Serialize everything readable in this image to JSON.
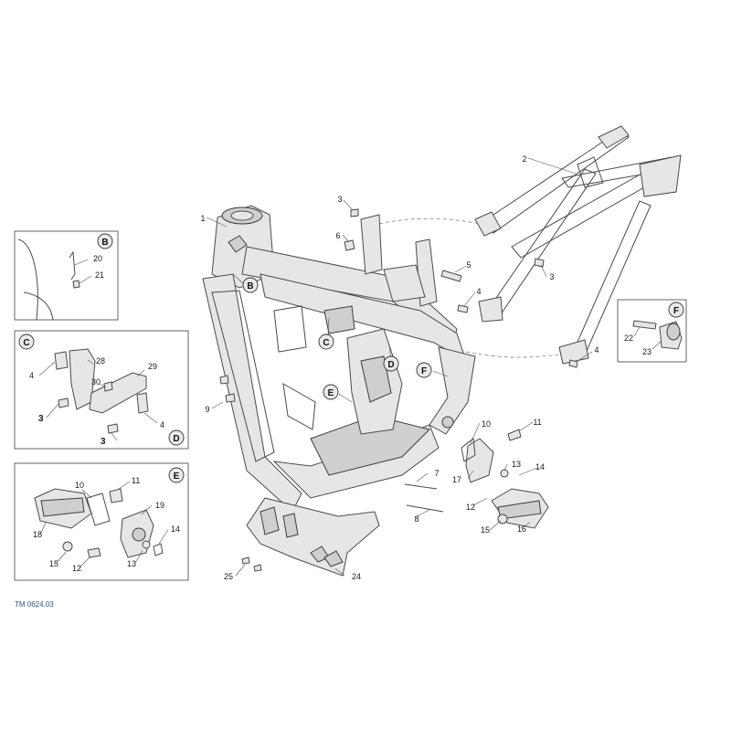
{
  "diagram": {
    "drawing_code": "TM 0624.03",
    "main_labels": [
      "1",
      "2",
      "3",
      "3",
      "4",
      "4",
      "5",
      "6",
      "7",
      "8",
      "9",
      "10",
      "11",
      "12",
      "13",
      "14",
      "15",
      "16",
      "17",
      "24",
      "25"
    ],
    "callouts": [
      "B",
      "C",
      "D",
      "E",
      "F"
    ],
    "box_b": {
      "letter": "B",
      "labels": [
        "20",
        "21"
      ]
    },
    "box_c": {
      "letters": [
        "C",
        "D"
      ],
      "labels": [
        "28",
        "29",
        "30",
        "4",
        "4",
        "3",
        "3"
      ]
    },
    "box_e": {
      "letter": "E",
      "labels": [
        "10",
        "11",
        "18",
        "19",
        "14",
        "15",
        "12",
        "13"
      ]
    },
    "box_f": {
      "letter": "F",
      "labels": [
        "22",
        "23"
      ]
    }
  }
}
